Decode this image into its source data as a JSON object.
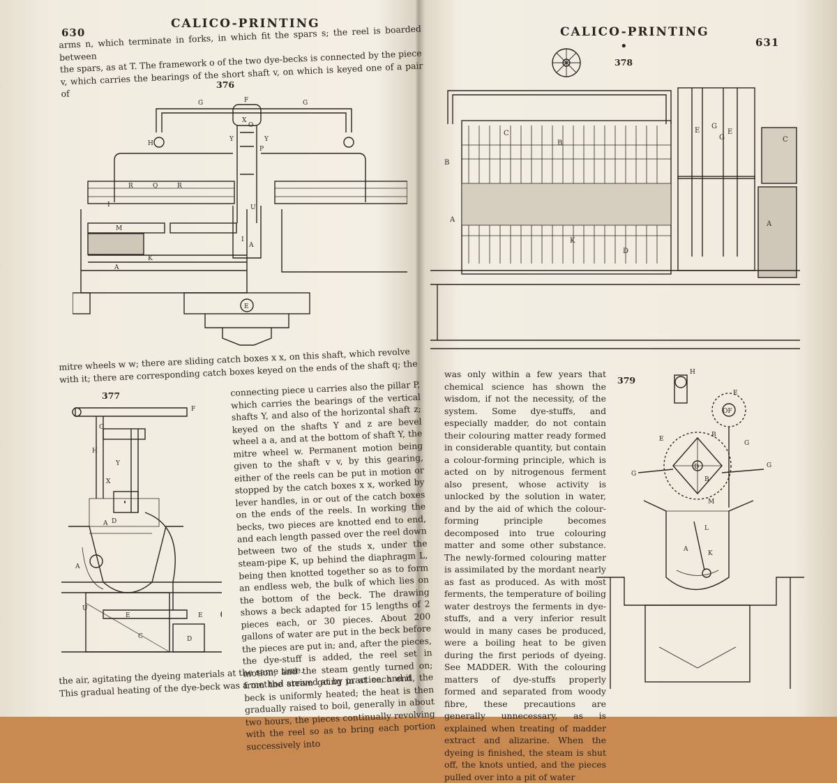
{
  "left_page": {
    "page_number": "630",
    "running_head": "CALICO-PRINTING",
    "top_text": [
      "arms n, which terminate in forks, in which fit the spars s; the reel is boarded between",
      "the spars, as at T. The framework o of the two dye-becks is connected by the piece",
      "v, which carries the bearings of the short shaft v, on which is keyed one of a pair of"
    ],
    "figure_376": {
      "number": "376",
      "labels": [
        "G",
        "F",
        "G",
        "X",
        "O",
        "H",
        "Y",
        "P",
        "Y",
        "R",
        "Q",
        "R",
        "I",
        "U",
        "M",
        "A",
        "K",
        "A",
        "E",
        "I"
      ]
    },
    "mid_text": [
      "mitre wheels w w; there are sliding catch boxes x x, on this shaft, which revolve",
      "with it; there are corresponding catch boxes keyed on the ends of the shaft q; the"
    ],
    "figure_377": {
      "number": "377",
      "labels": [
        "F",
        "G",
        "H",
        "Y",
        "X",
        "D",
        "A",
        "E",
        "E",
        "C",
        "D",
        "U",
        "A"
      ]
    },
    "column_text": "connecting piece u carries also the pillar P, which carries the bearings of the vertical shafts Y, and also of the horizontal shaft z; keyed on the shafts Y and z are bevel wheel a a, and at the bottom of shaft Y, the mitre wheel w. Permanent motion being given to the shaft v v, by this gearing, either of the reels can be put in motion or stopped by the catch boxes x x, worked by lever handles, in or out of the catch boxes on the ends of the reels. In working the becks, two pieces are knotted end to end, and each length passed over the reel down between two of the studs x, under the steam-pipe K, up behind the diaphragm L, being then knotted together so as to form an endless web, the bulk of which lies on the bottom of the beck. The drawing shows a beck adapted for 15 lengths of 2 pieces each, or 30 pieces. About 200 gallons of water are put in the beck before the pieces are put in; and, after the pieces, the dye-stuff is added, the reel set in motion, and the steam gently turned on; from the steam going in at each end, the beck is uniformly heated; the heat is then gradually raised to boil, generally in about two hours, the pieces continually revolving with the reel so as to bring each portion successively into",
    "bottom_text": [
      "the air, agitating the dyeing materials at the same time.",
      "This gradual heating of the dye-beck was a method arrived at by practice, and it"
    ]
  },
  "right_page": {
    "page_number": "631",
    "running_head": "CALICO-PRINTING",
    "figure_378": {
      "number": "378",
      "labels": [
        "C",
        "B",
        "A",
        "B",
        "K",
        "D",
        "E",
        "G",
        "G",
        "E",
        "C",
        "A"
      ]
    },
    "column_text": "was only within a few years that chemical science has shown the wisdom, if not the necessity, of the system. Some dye-stuffs, and especially madder, do not contain their colouring matter ready formed in considerable quantity, but contain a colour-forming principle, which is acted on by nitrogenous ferment also present, whose activity is unlocked by the solution in water, and by the aid of which the colour-forming principle becomes decomposed into true colouring matter and some other substance. The newly-formed colouring matter is assimilated by the mordant nearly as fast as produced. As with most ferments, the temperature of boiling water destroys the ferments in dye-stuffs, and a very inferior result would in many cases be produced, were a boiling heat to be given during the first periods of dyeing. See MADDER. With the colouring matters of dye-stuffs properly formed and separated from woody fibre, these precautions are generally unnecessary, as is explained when treating of madder extract and alizarine. When the dyeing is finished, the steam is shut off, the knots untied, and the pieces pulled over into a pit of water",
    "figure_379": {
      "number": "379",
      "labels": [
        "H",
        "E",
        "OF",
        "B",
        "E",
        "G",
        "G",
        "G",
        "D",
        "B",
        "M",
        "L",
        "A",
        "K"
      ]
    }
  },
  "colors": {
    "paper": "#f2ede2",
    "ink": "#2a2420",
    "background": "#c98a52"
  }
}
